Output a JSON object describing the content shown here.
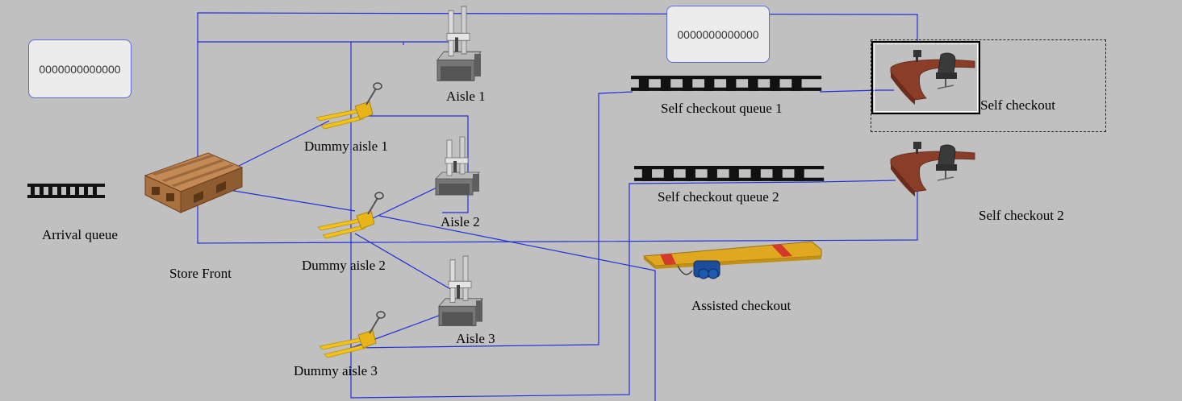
{
  "counters": {
    "counter_left": "0000000000000",
    "counter_top": "0000000000000"
  },
  "labels": {
    "arrival_queue": "Arrival queue",
    "store_front": "Store Front",
    "dummy_aisle_1": "Dummy aisle 1",
    "dummy_aisle_2": "Dummy aisle 2",
    "dummy_aisle_3": "Dummy aisle 3",
    "aisle_1": "Aisle 1",
    "aisle_2": "Aisle 2",
    "aisle_3": "Aisle 3",
    "self_checkout_queue_1": "Self checkout queue 1",
    "self_checkout_queue_2": "Self checkout queue 2",
    "self_checkout": "Self checkout",
    "self_checkout_2": "Self checkout 2",
    "assisted_checkout": "Assisted checkout"
  },
  "colors": {
    "background": "#c0c0c0",
    "connector": "#1f2fd6",
    "pallet_wood": "#b07a48",
    "forklift_yellow": "#f2c21a",
    "desk_brown": "#8a3e2a",
    "conveyor_yellow": "#e0a820",
    "conveyor_red": "#d23b2b",
    "machine_gray": "#9a9a9a"
  },
  "icons": [
    "queue-icon",
    "pallet-icon",
    "pallet-jack-icon",
    "measuring-machine-icon",
    "checkout-desk-icon",
    "conveyor-icon"
  ]
}
